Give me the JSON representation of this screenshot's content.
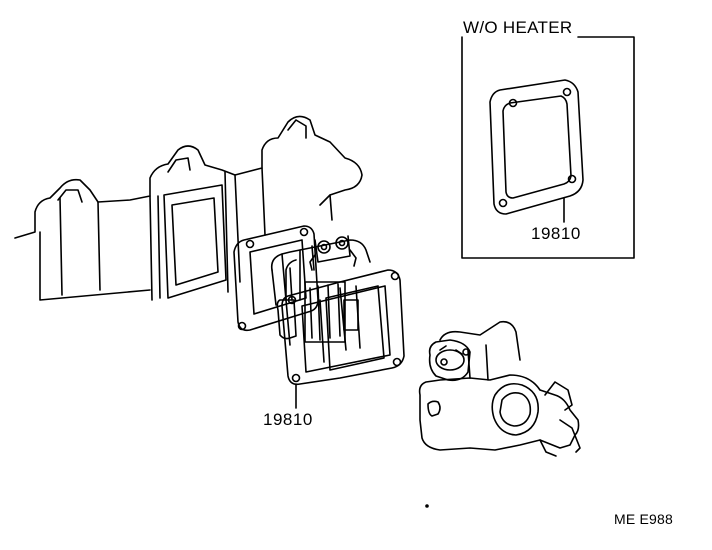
{
  "inset": {
    "title": "W/O HEATER",
    "part_number": "19810"
  },
  "main": {
    "part_number": "19810"
  },
  "figure_code": "ME E988",
  "colors": {
    "line": "#000000",
    "background": "#ffffff"
  }
}
